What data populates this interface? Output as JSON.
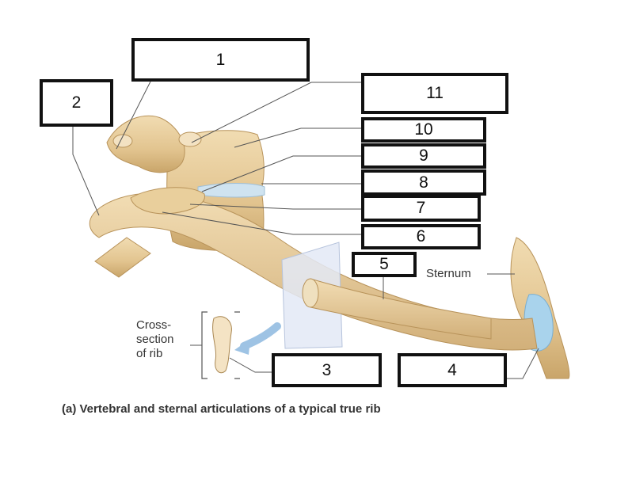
{
  "boxes": [
    "1",
    "2",
    "3",
    "4",
    "5",
    "6",
    "7",
    "8",
    "9",
    "10",
    "11"
  ],
  "labels": {
    "sternum": "Sternum",
    "cross_section": [
      "Cross-",
      "section",
      "of rib"
    ]
  },
  "caption": "(a) Vertebral and sternal articulations of a typical true rib",
  "colors": {
    "bone": "#e8cf9e",
    "bone_shadow": "#c9a56a",
    "cartilage": "#a9d3ec",
    "plane": "#dfe6f4",
    "arrow": "#9ec3e4",
    "box_border": "#111111"
  }
}
